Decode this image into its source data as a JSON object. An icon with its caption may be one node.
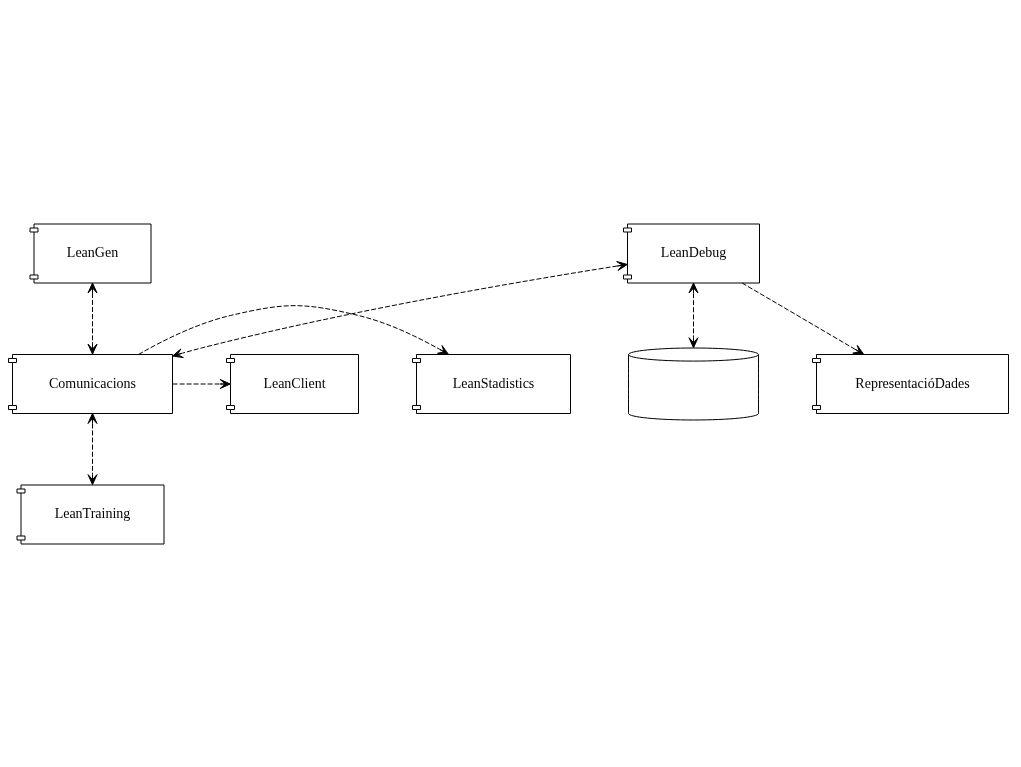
{
  "diagram": {
    "nodes": [
      {
        "text": [
          "LeanGen"
        ]
      },
      {
        "text": [
          "LeanStadistics"
        ]
      },
      {
        "text": [
          "Comunicacions"
        ]
      },
      {
        "text": [
          "LeanClient"
        ]
      },
      {
        "text": [
          "LeanDebug"
        ]
      },
      {
        "text": [
          "LeanTraining"
        ]
      },
      {
        "text": [],
        "shape": "cylinder"
      },
      {
        "text": [
          "RepresentacióDades"
        ]
      }
    ],
    "edges": [
      {
        "from": 0,
        "to": 2,
        "arrow": "both",
        "style": "dashed"
      },
      {
        "from": 2,
        "to": 1,
        "arrow": "to",
        "style": "dashed"
      },
      {
        "from": 2,
        "to": 3,
        "arrow": "to",
        "style": "dashed"
      },
      {
        "from": 4,
        "to": 2,
        "arrow": "both",
        "style": "dashed"
      },
      {
        "from": 2,
        "to": 5,
        "arrow": "both",
        "style": "dashed"
      },
      {
        "from": 4,
        "to": 6,
        "arrow": "both",
        "style": "dashed"
      },
      {
        "from": 4,
        "to": 7,
        "arrow": "to",
        "style": "dashed"
      }
    ]
  }
}
